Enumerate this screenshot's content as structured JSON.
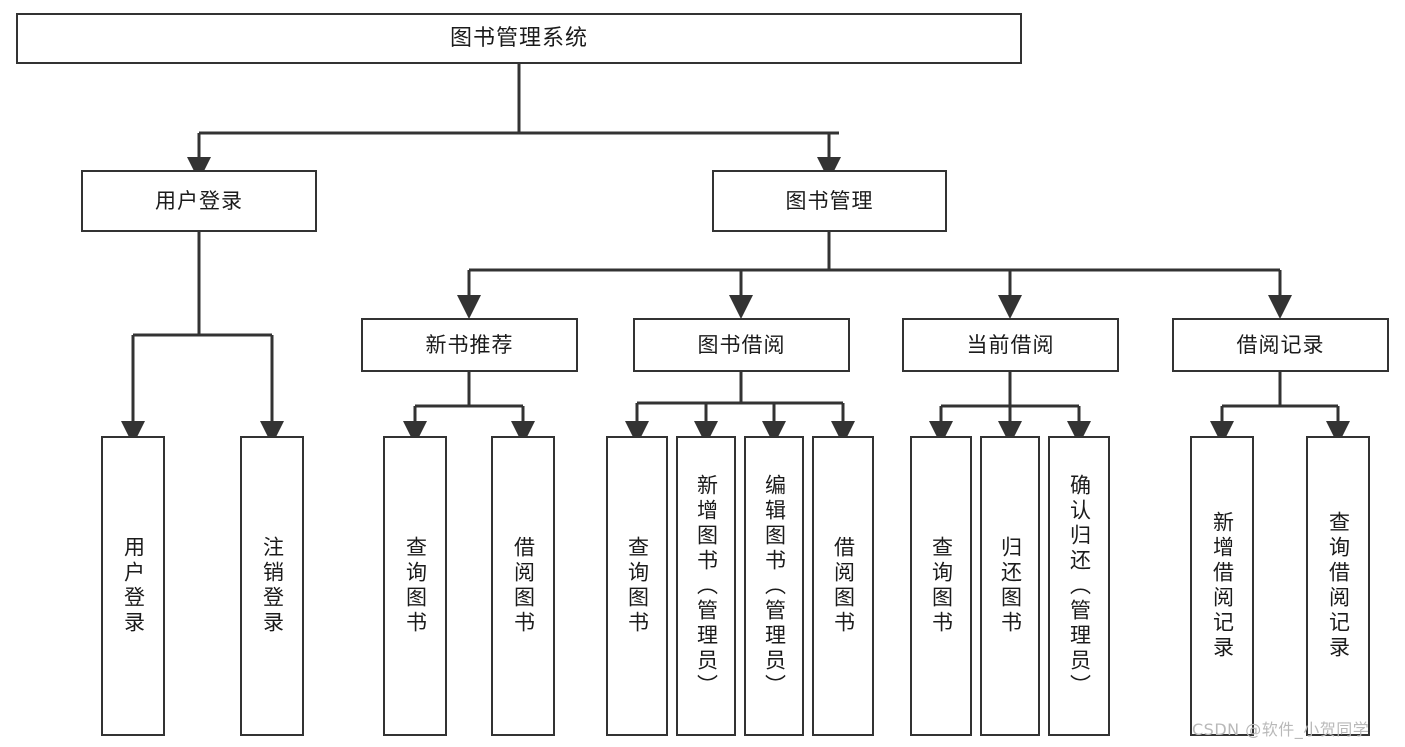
{
  "diagram": {
    "type": "tree-hierarchy",
    "title": "图书管理系统",
    "orientation": "top-down",
    "colors": {
      "background": "#ffffff",
      "node_border": "#333333",
      "node_fill": "#ffffff",
      "text": "#1b1b1b",
      "edge": "#333333",
      "watermark": "#b9b9b9"
    },
    "watermark": "CSDN @软件_小贺同学"
  },
  "nodes": {
    "root": {
      "label": "图书管理系统"
    },
    "level1": [
      {
        "id": "user-login",
        "label": "用户登录"
      },
      {
        "id": "book-manage",
        "label": "图书管理"
      }
    ],
    "level2": [
      {
        "id": "new-book-recommend",
        "label": "新书推荐"
      },
      {
        "id": "book-borrow",
        "label": "图书借阅"
      },
      {
        "id": "current-borrow",
        "label": "当前借阅"
      },
      {
        "id": "borrow-record",
        "label": "借阅记录"
      }
    ],
    "leaves": [
      {
        "id": "leaf-user-login",
        "label": "用户登录",
        "parent": "user-login"
      },
      {
        "id": "leaf-logout-login",
        "label": "注销登录",
        "parent": "user-login"
      },
      {
        "id": "leaf-query-book-1",
        "label": "查询图书",
        "parent": "new-book-recommend"
      },
      {
        "id": "leaf-borrow-book-1",
        "label": "借阅图书",
        "parent": "new-book-recommend"
      },
      {
        "id": "leaf-query-book-2",
        "label": "查询图书",
        "parent": "book-borrow"
      },
      {
        "id": "leaf-add-book",
        "label": "新增图书（管理员）",
        "parent": "book-borrow"
      },
      {
        "id": "leaf-edit-book",
        "label": "编辑图书（管理员）",
        "parent": "book-borrow"
      },
      {
        "id": "leaf-borrow-book-2",
        "label": "借阅图书",
        "parent": "book-borrow"
      },
      {
        "id": "leaf-query-book-3",
        "label": "查询图书",
        "parent": "current-borrow"
      },
      {
        "id": "leaf-return-book",
        "label": "归还图书",
        "parent": "current-borrow"
      },
      {
        "id": "leaf-confirm-return",
        "label": "确认归还（管理员）",
        "parent": "current-borrow"
      },
      {
        "id": "leaf-add-record",
        "label": "新增借阅记录",
        "parent": "borrow-record"
      },
      {
        "id": "leaf-query-record",
        "label": "查询借阅记录",
        "parent": "borrow-record"
      }
    ]
  }
}
